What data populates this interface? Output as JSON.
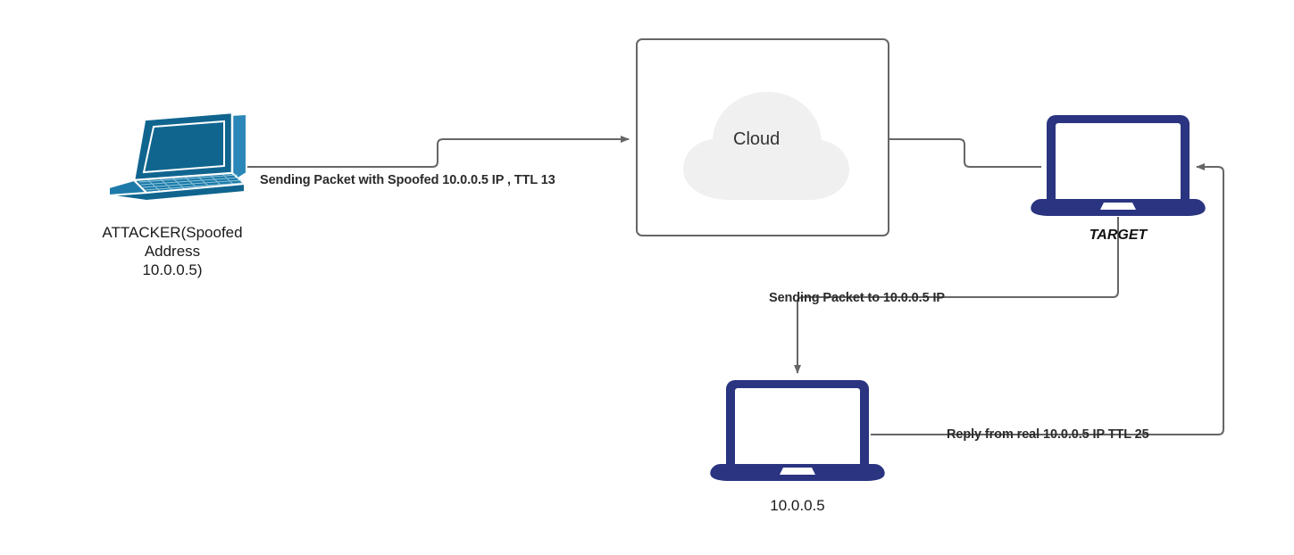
{
  "diagram": {
    "title": "IP Spoofing Attack Flow",
    "background": "#ffffff",
    "palette": {
      "attacker_device": "#10658f",
      "attacker_device_light": "#2a87b8",
      "target_device": "#2a3480",
      "wire": "#666666",
      "cloud_fill": "#f0f0f0",
      "cloud_border": "#666666",
      "text": "#1a1a1a"
    }
  },
  "nodes": {
    "attacker": {
      "icon": "laptop-isometric-icon",
      "label": "ATTACKER(Spoofed\nAddress\n10.0.0.5)",
      "label_line1": "ATTACKER(Spoofed",
      "label_line2": "Address",
      "label_line3": "10.0.0.5)"
    },
    "cloud": {
      "icon": "cloud-icon",
      "label": "Cloud"
    },
    "target": {
      "icon": "laptop-icon",
      "label": "TARGET"
    },
    "victim": {
      "icon": "laptop-icon",
      "label": "10.0.0.5"
    }
  },
  "edges": [
    {
      "id": "attacker-to-cloud",
      "from": "attacker",
      "to": "cloud",
      "label": "Sending Packet with Spoofed 10.0.0.5 IP , TTL 13",
      "arrow": "end"
    },
    {
      "id": "cloud-to-target",
      "from": "cloud",
      "to": "target",
      "label": "",
      "arrow": "none"
    },
    {
      "id": "target-to-victim",
      "from": "target",
      "to": "victim",
      "label": "Sending Packet to 10.0.0.5 IP",
      "arrow": "end"
    },
    {
      "id": "victim-to-target",
      "from": "victim",
      "to": "target",
      "label": "Reply from real 10.0.0.5 IP TTL 25",
      "arrow": "end"
    }
  ]
}
